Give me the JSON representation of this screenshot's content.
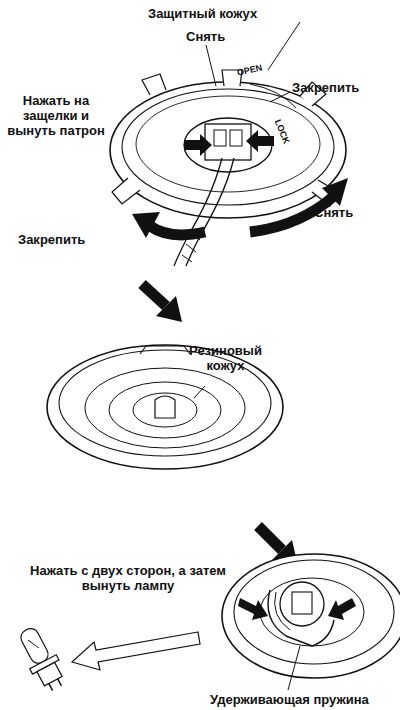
{
  "diagram": {
    "labels": [
      "Защитный кожух",
      "Снять",
      "Нажать на защелки и вынуть патрон",
      "Закрепить",
      "OPEN",
      "LOCK",
      "Закрепить",
      "Снять",
      "Резиновый кожух",
      "Нажать с двух сторон, а затем вынуть лампу",
      "Удерживающая пружина"
    ]
  }
}
